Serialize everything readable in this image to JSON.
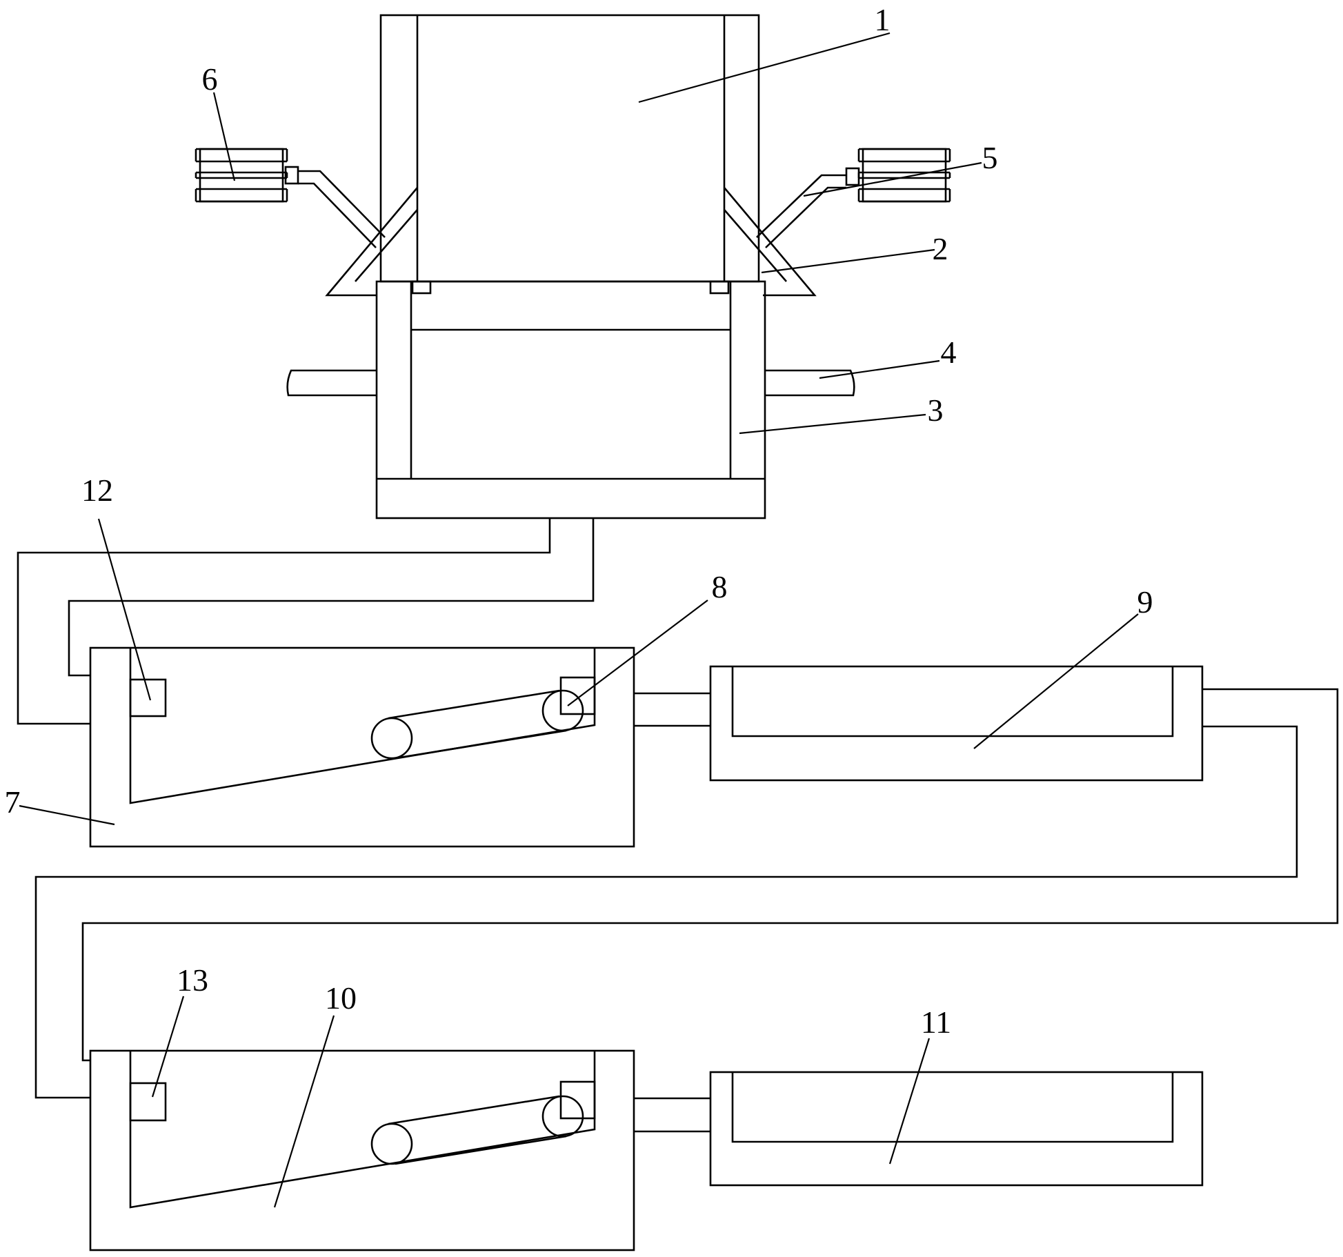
{
  "diagram": {
    "labels": [
      "1",
      "2",
      "3",
      "4",
      "5",
      "6",
      "7",
      "8",
      "9",
      "10",
      "11",
      "12",
      "13"
    ],
    "colors": {
      "line": "#000000",
      "background": "#ffffff"
    }
  }
}
